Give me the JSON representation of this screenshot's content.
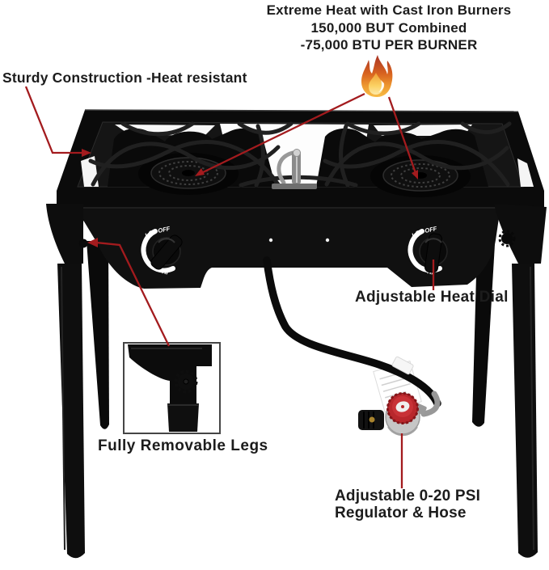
{
  "annotations": {
    "extreme_heat": {
      "line1": "Extreme Heat with Cast Iron Burners",
      "line2": "150,000 BUT Combined",
      "line3": "-75,000 BTU PER BURNER"
    },
    "sturdy": {
      "label": "Sturdy Construction -Heat resistant"
    },
    "heat_dial": {
      "label": "Adjustable Heat Dial"
    },
    "removable_legs": {
      "label": "Fully Removable Legs"
    },
    "regulator": {
      "line1": "Adjustable 0-20 PSI",
      "line2": "Regulator & Hose"
    }
  },
  "stove": {
    "dial": {
      "lo": "LO",
      "off": "OFF",
      "hi": "HI"
    }
  },
  "colors": {
    "annotation_line_red": "#a31b1e",
    "text": "#1c1c1c",
    "stove_black": "#101010",
    "flame_orange": "#ee9b31",
    "flame_yellow": "#fbd264",
    "regulator_knob_red": "#b8272c",
    "regulator_body_silver": "#c6c6c6"
  }
}
